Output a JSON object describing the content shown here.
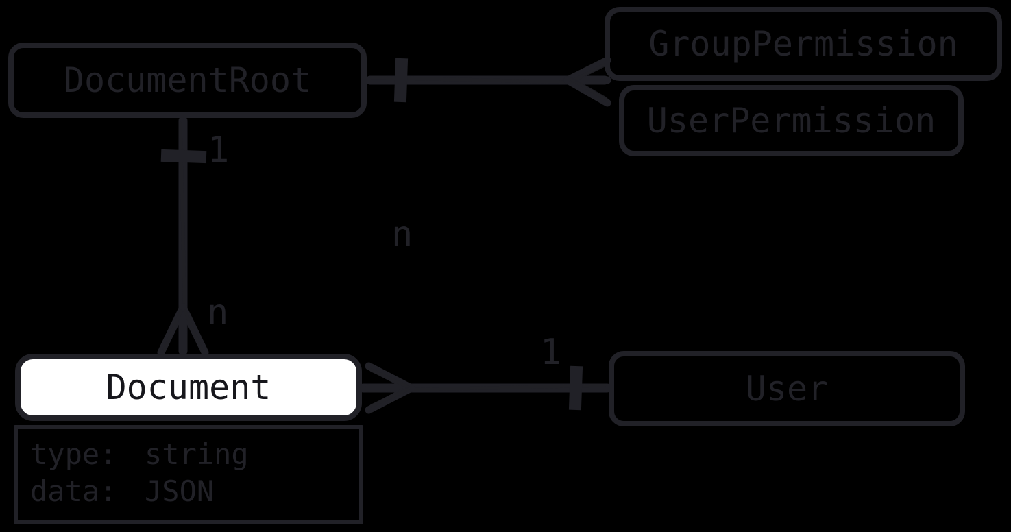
{
  "colors": {
    "background": "#000000",
    "ink": "#212127",
    "document_fill": "#ffffff",
    "document_text": "#16161b"
  },
  "entities": {
    "document_root": {
      "label": "DocumentRoot"
    },
    "group_permission": {
      "label": "GroupPermission"
    },
    "user_permission": {
      "label": "UserPermission"
    },
    "document": {
      "label": "Document",
      "attributes": [
        {
          "name": "type:",
          "value": "string"
        },
        {
          "name": "data:",
          "value": "JSON"
        }
      ]
    },
    "user": {
      "label": "User"
    }
  },
  "cardinalities": {
    "documentroot_to_document_source": "1",
    "documentroot_to_document_target": "n",
    "documentroot_to_permissions_target": "n",
    "document_to_user_target": "1"
  }
}
